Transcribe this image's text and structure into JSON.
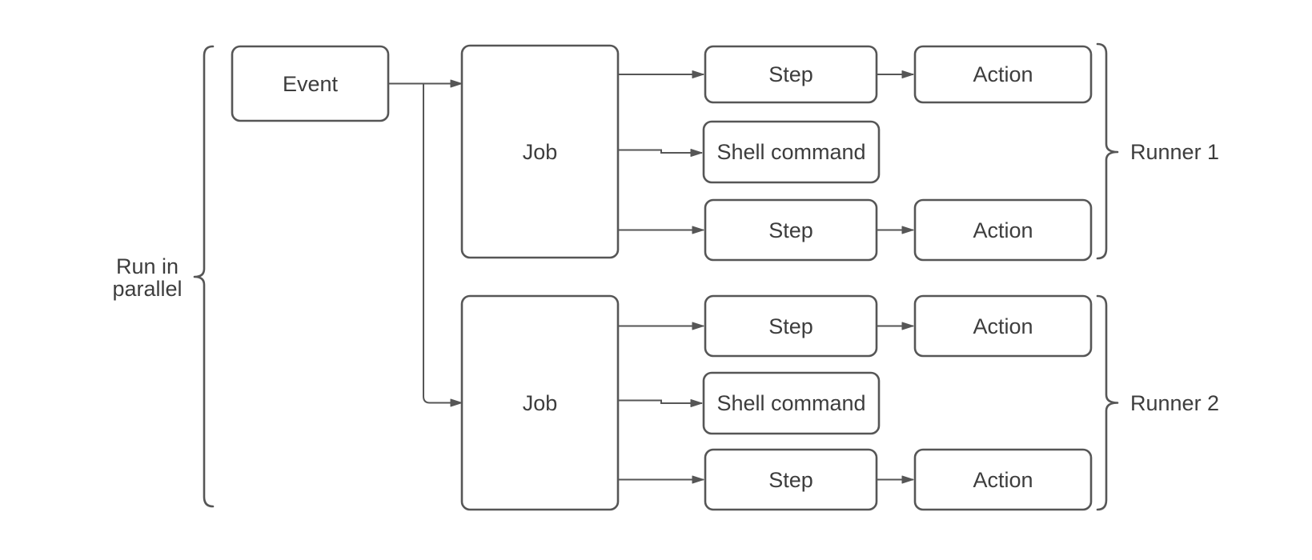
{
  "diagram": {
    "colors": {
      "stroke": "#565656",
      "text": "#3d3d3d",
      "node_fill": "#ffffff",
      "background": "#ffffff"
    },
    "parallel_brace": {
      "label_lines": [
        "Run in",
        "parallel"
      ]
    },
    "event": {
      "label": "Event"
    },
    "runners": [
      {
        "label": "Runner 1",
        "job": {
          "label": "Job"
        },
        "rows": [
          {
            "label": "Step",
            "action": "Action"
          },
          {
            "label": "Shell command"
          },
          {
            "label": "Step",
            "action": "Action"
          }
        ]
      },
      {
        "label": "Runner 2",
        "job": {
          "label": "Job"
        },
        "rows": [
          {
            "label": "Step",
            "action": "Action"
          },
          {
            "label": "Shell command"
          },
          {
            "label": "Step",
            "action": "Action"
          }
        ]
      }
    ]
  }
}
